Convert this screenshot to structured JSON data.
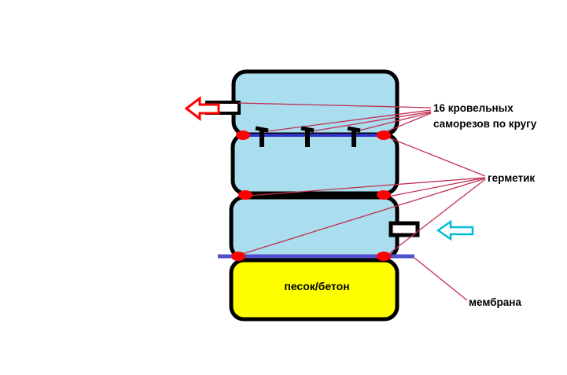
{
  "diagram": {
    "labels": {
      "screws_line1": "16 кровельных",
      "screws_line2": "саморезов по кругу",
      "sealant": "герметик",
      "membrane": "мембрана",
      "base_fill": "песок/бетон"
    },
    "colors": {
      "tank_fill": "#aaddee",
      "sand_fill": "#ffff00",
      "outline": "#000000",
      "seam_line": "#3232c8",
      "membrane_line": "#5050cc",
      "marker_red": "#ff0000",
      "annotation_line": "#c03050",
      "cyan_arrow": "#00bcd4"
    }
  }
}
